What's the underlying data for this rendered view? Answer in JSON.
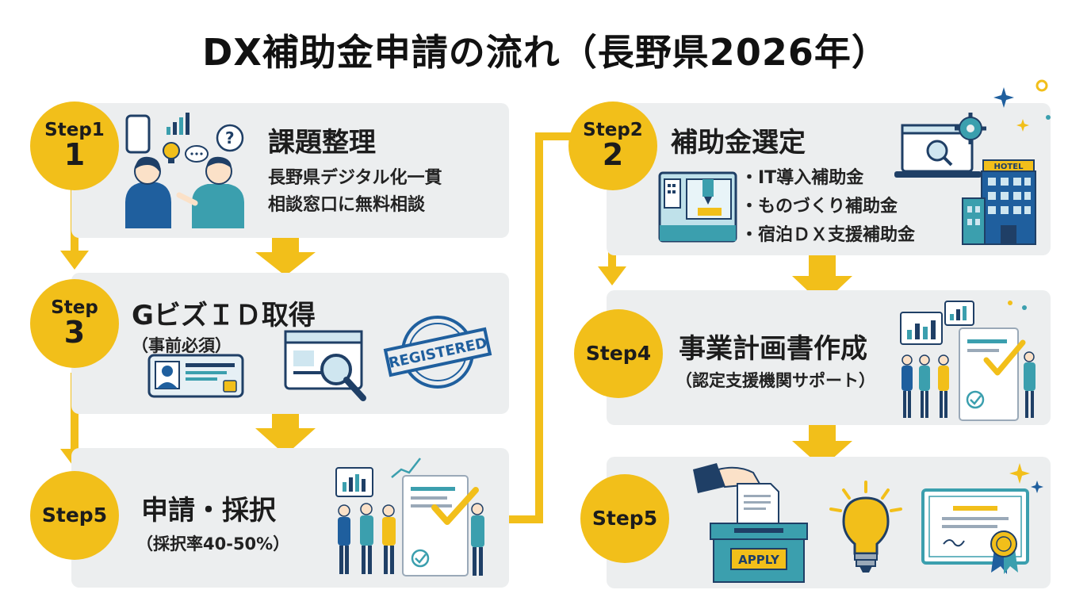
{
  "title": "DX補助金申請の流れ（長野県2026年）",
  "steps": {
    "s1": {
      "label": "Step1",
      "number": "1",
      "title": "課題整理",
      "line1": "長野県デジタル化一貫",
      "line2": "相談窓口に無料相談"
    },
    "s2": {
      "label": "Step2",
      "number": "2",
      "title": "補助金選定",
      "bullets": [
        "・IT導入補助金",
        "・ものづくり補助金",
        "・宿泊ＤＸ支援補助金"
      ]
    },
    "s3": {
      "label": "Step",
      "number": "3",
      "title": "GビズＩＤ取得",
      "sub": "（事前必須）",
      "stamp": "REGISTERED"
    },
    "s4": {
      "label": "Step4",
      "title": "事業計画書作成",
      "sub": "（認定支援機関サポート）"
    },
    "s5a": {
      "label": "Step5",
      "title": "申請・採択",
      "sub": "（採択率40-50%）"
    },
    "s5b": {
      "label": "Step5",
      "box_label": "APPLY",
      "hotel_sign": "HOTEL"
    }
  },
  "colors": {
    "accent": "#f2bf1a",
    "panel": "#eceeef",
    "navy": "#1f3f66",
    "teal": "#3b9fae"
  }
}
